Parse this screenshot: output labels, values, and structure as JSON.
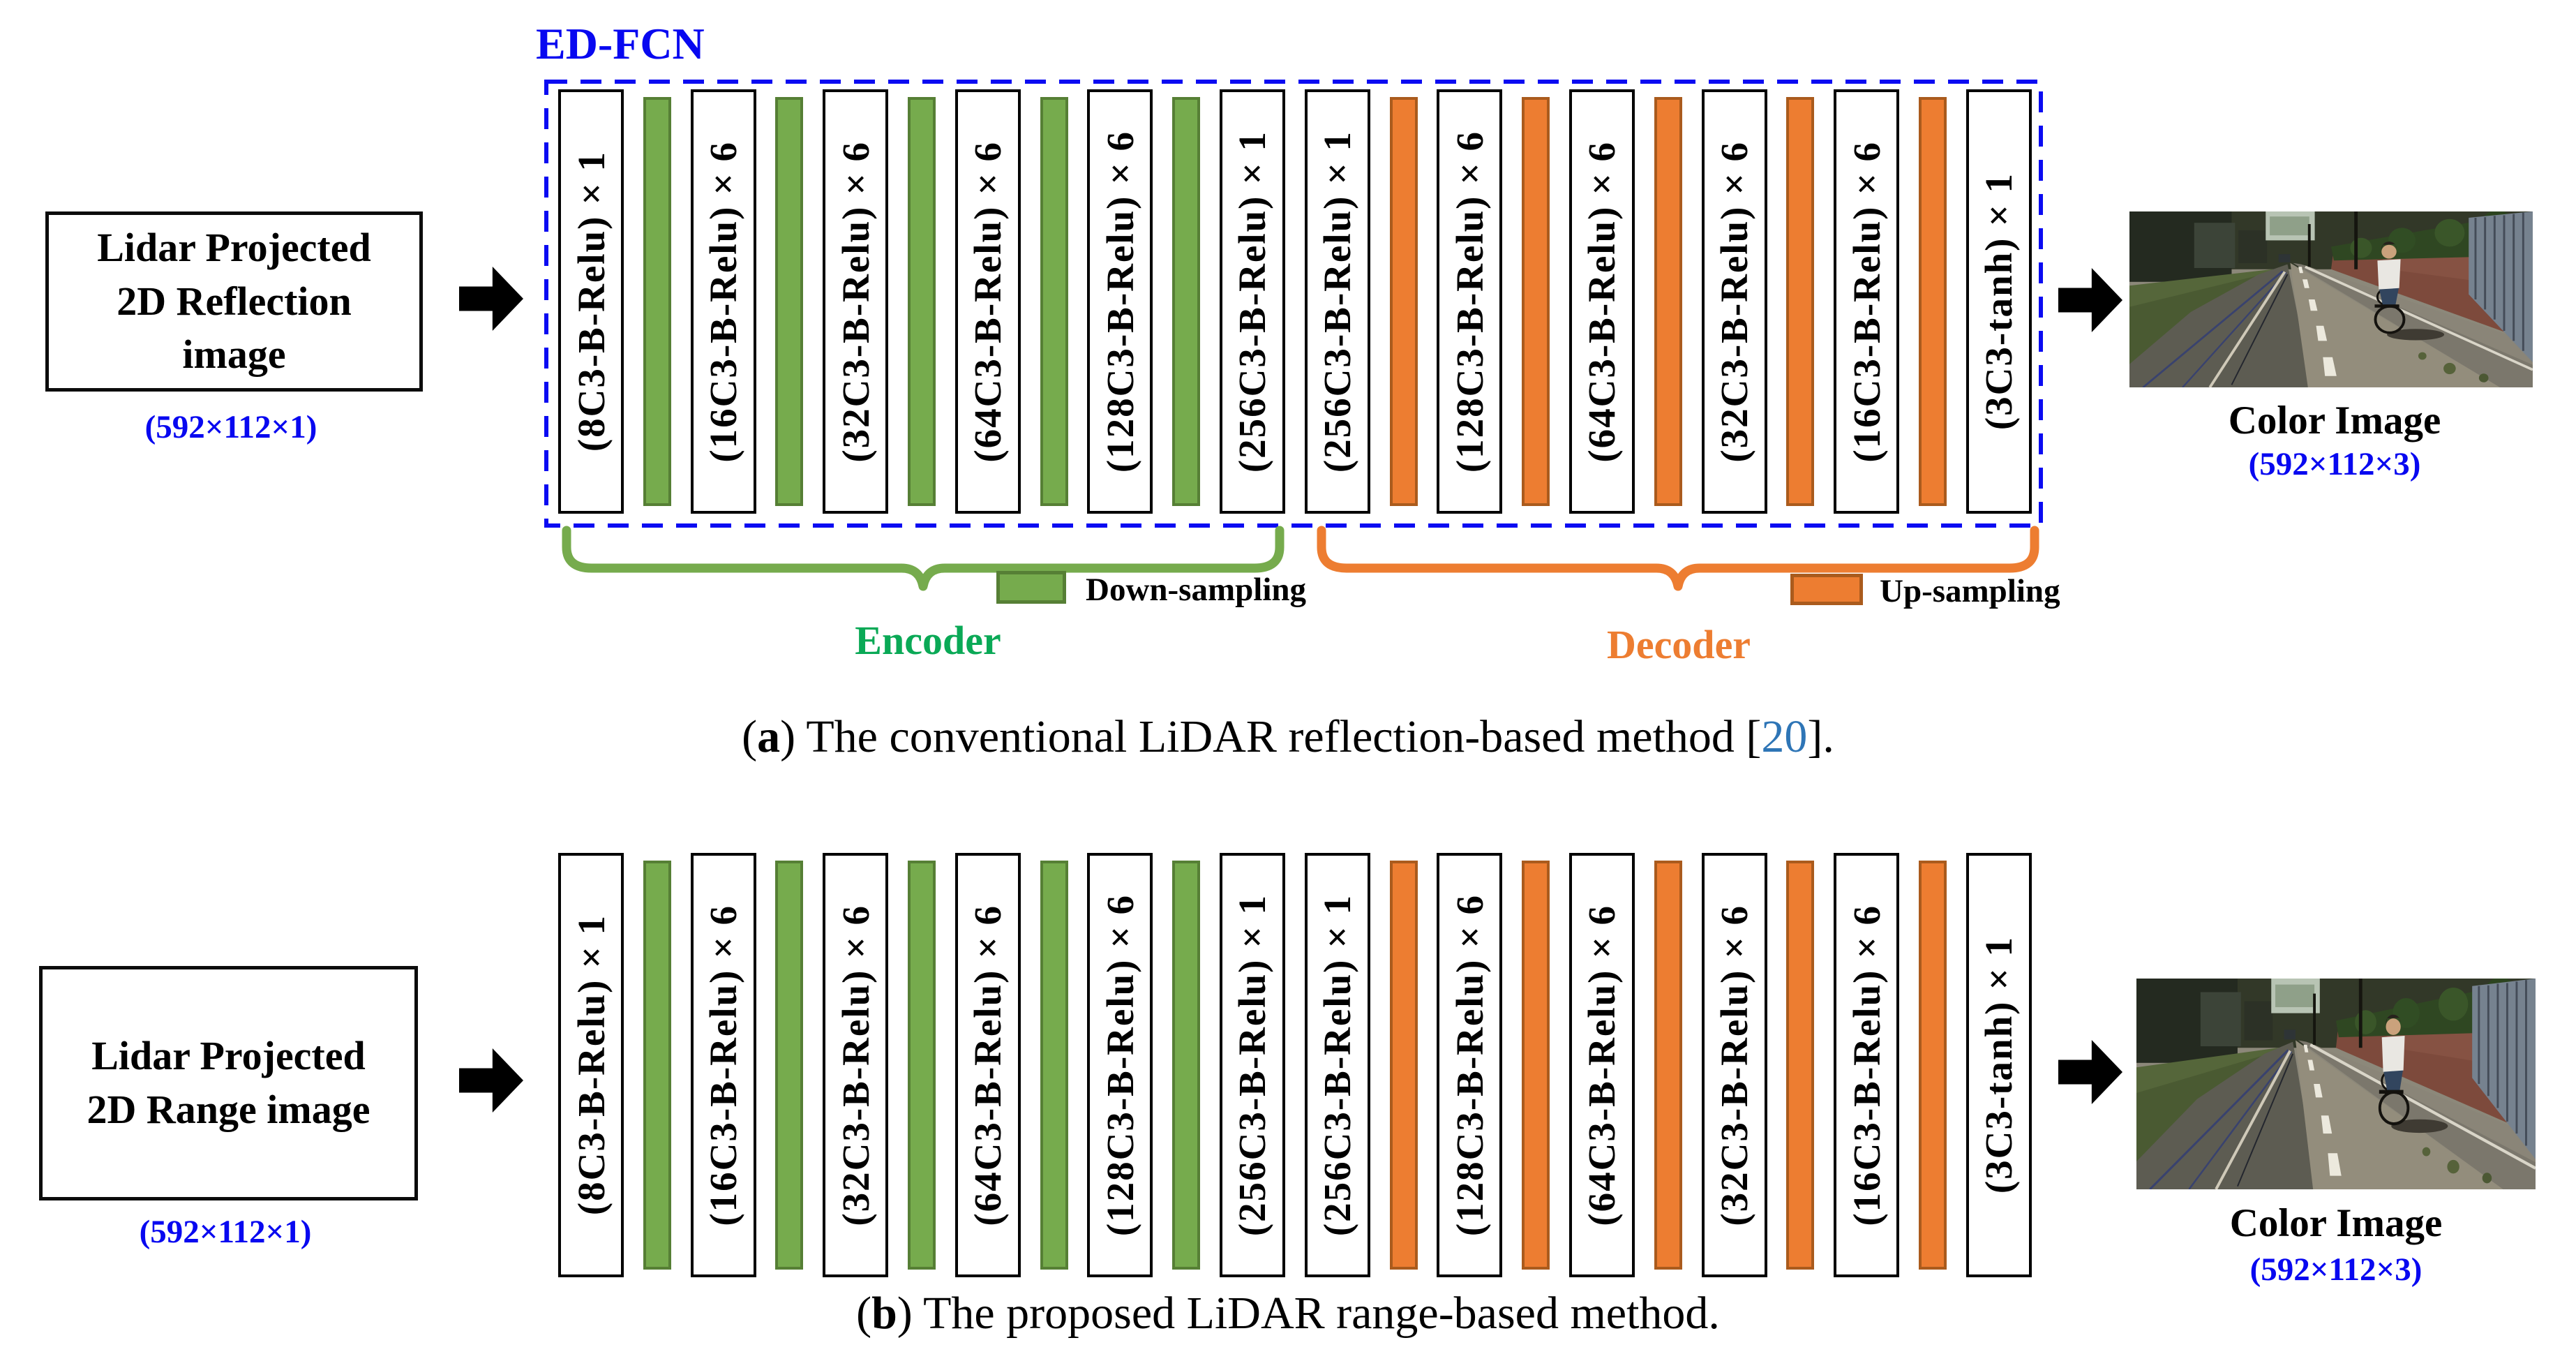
{
  "figure": {
    "layers": [
      "(8C3-B-Relu)×1",
      "(16C3-B-Relu)×6",
      "(32C3-B-Relu)×6",
      "(64C3-B-Relu)×6",
      "(128C3-B-Relu)×6",
      "(256C3-B-Relu)×1",
      "(256C3-B-Relu)×1",
      "(128C3-B-Relu)×6",
      "(64C3-B-Relu)×6",
      "(32C3-B-Relu)×6",
      "(16C3-B-Relu)×6",
      "(3C3-tanh)×1"
    ],
    "panel_a": {
      "ed_fcn": "ED-FCN",
      "input_box": {
        "lines": [
          "Lidar Projected",
          "2D Reflection",
          "image"
        ],
        "dims": "(592×112×1)"
      },
      "encoder_label": "Encoder",
      "decoder_label": "Decoder",
      "legend_down": "Down-sampling",
      "legend_up": "Up-sampling",
      "output": {
        "title": "Color Image",
        "dims": "(592×112×3)"
      },
      "caption": {
        "open": "(",
        "letter": "a",
        "body": ") The conventional LiDAR reflection-based method [",
        "ref": "20",
        "close": "]."
      }
    },
    "panel_b": {
      "input_box": {
        "lines": [
          "Lidar Projected",
          "2D Range image"
        ],
        "dims": "(592×112×1)"
      },
      "output": {
        "title": "Color Image",
        "dims": "(592×112×3)"
      },
      "caption": {
        "open": "(",
        "letter": "b",
        "body": ") The proposed LiDAR range-based method.",
        "ref": "",
        "close": ""
      }
    },
    "colors": {
      "down_sampling_green": "#76ab4d",
      "down_sampling_border": "#567f35",
      "up_sampling_orange": "#ed7d31",
      "up_sampling_border": "#aa5b1d",
      "diagram_blue": "#0808f0",
      "encoder_text_green": "#0aa956",
      "decoder_text_orange": "#ed7d31",
      "reference_blue": "#2e75b6"
    }
  }
}
